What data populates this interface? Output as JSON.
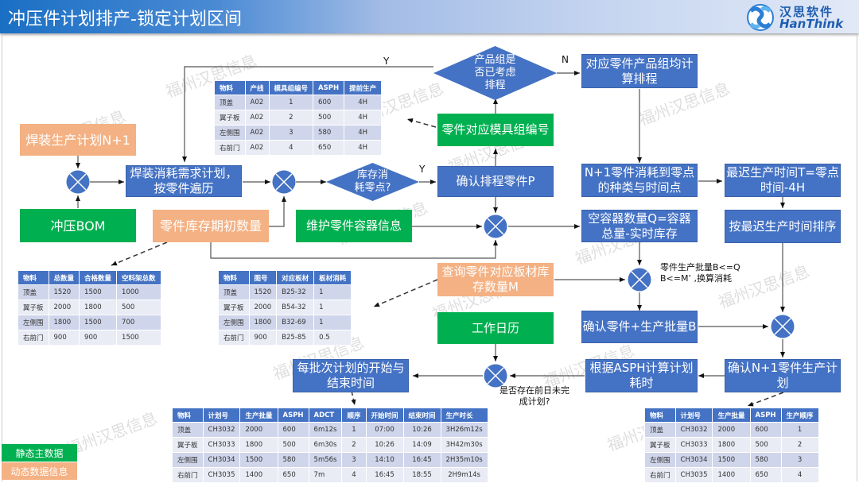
{
  "header": {
    "title": "冲压件计划排产-锁定计划区间",
    "logo_cn": "汉思软件",
    "logo_en": "HanThink"
  },
  "watermark": "福州汉思信息",
  "nodes": {
    "weld_plan": "焊装生产计划N+1",
    "stamp_bom": "冲压BOM",
    "weld_consume": "焊装消耗需求计划，按零件遍历",
    "init_stock": "零件库存期初数量",
    "stock_zero": "库存消耗零点?",
    "confirm_part": "确认排程零件P",
    "mold_group": "零件对应模具组编号",
    "group_considered": "产品组是否已考虑排程",
    "group_schedule": "对应零件产品组均计算排程",
    "consume_zero": "N+1零件消耗到零点的种类与时间点",
    "latest_time": "最迟生产时间T=零点时间-4H",
    "sort_latest": "按最迟生产时间排序",
    "container_info": "维护零件容器信息",
    "empty_container": "空容器数量Q=容器总量-实时库存",
    "query_sheet": "查询零件对应板材库存数量M",
    "confirm_batch": "确认零件+生产批量B",
    "confirm_plan": "确认N+1零件生产计划",
    "asph_calc": "根据ASPH计算计划耗时",
    "work_calendar": "工作日历",
    "batch_time": "每批次计划的开始与结束时间"
  },
  "labels": {
    "y_top": "Y",
    "n_top": "N",
    "y_mid": "Y",
    "batch_rule": [
      "零件生产批量B<=Q",
      "B<=M’ ,换算消耗"
    ],
    "unfinished": [
      "是否存在前日未完",
      "成计划?"
    ]
  },
  "legend": {
    "static": "静态主数据",
    "dynamic": "动态数据信息"
  },
  "colors": {
    "blue": "#4472c4",
    "green": "#00b050",
    "orange": "#f4b183"
  },
  "tables": {
    "mold": {
      "headers": [
        "物料",
        "产线",
        "模具组编号",
        "ASPH",
        "提前生产"
      ],
      "rows": [
        [
          "顶盖",
          "A02",
          "1",
          "600",
          "4H"
        ],
        [
          "翼子板",
          "A02",
          "2",
          "500",
          "4H"
        ],
        [
          "左侧围",
          "A02",
          "3",
          "580",
          "4H"
        ],
        [
          "右前门",
          "A02",
          "4",
          "650",
          "4H"
        ]
      ]
    },
    "inventory": {
      "headers": [
        "物料",
        "总数量",
        "合格数量",
        "空料架总数"
      ],
      "rows": [
        [
          "顶盖",
          "1520",
          "1500",
          "1000"
        ],
        [
          "翼子板",
          "2000",
          "1800",
          "500"
        ],
        [
          "左侧围",
          "1800",
          "1500",
          "700"
        ],
        [
          "右前门",
          "900",
          "900",
          "1500"
        ]
      ]
    },
    "sheet": {
      "headers": [
        "物料",
        "图号",
        "对应板材",
        "板材消耗"
      ],
      "rows": [
        [
          "顶盖",
          "1520",
          "B25-32",
          "1"
        ],
        [
          "翼子板",
          "2000",
          "B54-32",
          "1"
        ],
        [
          "左侧围",
          "1800",
          "B32-69",
          "1"
        ],
        [
          "右前门",
          "900",
          "B25-85",
          "0.5"
        ]
      ]
    },
    "schedule": {
      "headers": [
        "物料",
        "计划号",
        "生产批量",
        "ASPH",
        "ADCT",
        "顺序",
        "开始时间",
        "结束时间",
        "生产时长"
      ],
      "rows": [
        [
          "顶盖",
          "CH3032",
          "2000",
          "600",
          "6m12s",
          "1",
          "07:00",
          "10:26",
          "3H26m12s"
        ],
        [
          "翼子板",
          "CH3033",
          "1800",
          "500",
          "6m30s",
          "2",
          "10:26",
          "14:09",
          "3H42m30s"
        ],
        [
          "左侧围",
          "CH3034",
          "1500",
          "580",
          "5m56s",
          "3",
          "14:10",
          "16:45",
          "2H35m10s"
        ],
        [
          "右前门",
          "CH3035",
          "1400",
          "650",
          "7m",
          "4",
          "16:45",
          "18:55",
          "2H9m14s"
        ]
      ]
    },
    "plan": {
      "headers": [
        "物料",
        "计划号",
        "生产批量",
        "ASPH",
        "生产顺序"
      ],
      "rows": [
        [
          "顶盖",
          "CH3032",
          "2000",
          "600",
          "1"
        ],
        [
          "翼子板",
          "CH3033",
          "1800",
          "500",
          "2"
        ],
        [
          "左侧围",
          "CH3034",
          "1500",
          "580",
          "3"
        ],
        [
          "右前门",
          "CH3035",
          "1400",
          "650",
          "4"
        ]
      ]
    }
  }
}
